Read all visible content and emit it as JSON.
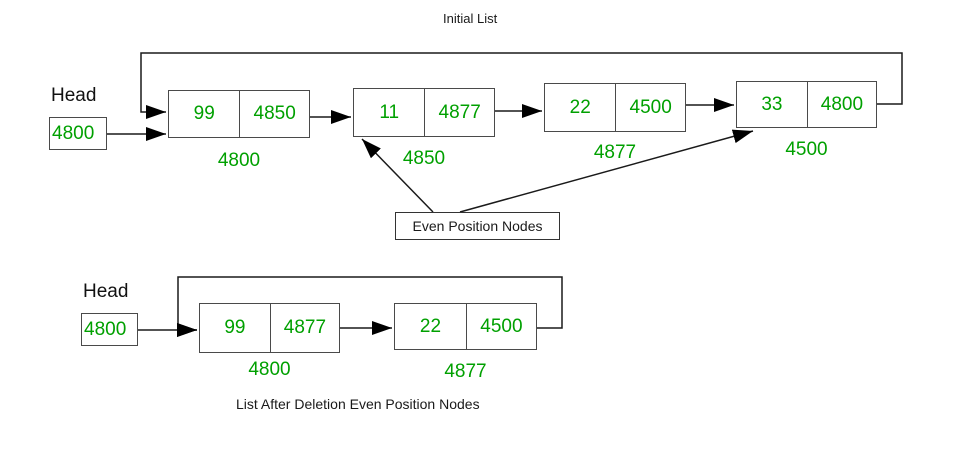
{
  "colors": {
    "value_green": "#00a000",
    "line_black": "#1a1a1a",
    "box_border": "#4a4a4a"
  },
  "initial_list": {
    "title": "Initial List",
    "head_label": "Head",
    "head_value": "4800",
    "annotation_label": "Even Position Nodes",
    "nodes": [
      {
        "data": "99",
        "next": "4850",
        "address": "4800"
      },
      {
        "data": "11",
        "next": "4877",
        "address": "4850"
      },
      {
        "data": "22",
        "next": "4500",
        "address": "4877"
      },
      {
        "data": "33",
        "next": "4800",
        "address": "4500"
      }
    ]
  },
  "final_list": {
    "caption": "List After Deletion Even Position Nodes",
    "head_label": "Head",
    "head_value": "4800",
    "nodes": [
      {
        "data": "99",
        "next": "4877",
        "address": "4800"
      },
      {
        "data": "22",
        "next": "4500",
        "address": "4877"
      }
    ]
  }
}
